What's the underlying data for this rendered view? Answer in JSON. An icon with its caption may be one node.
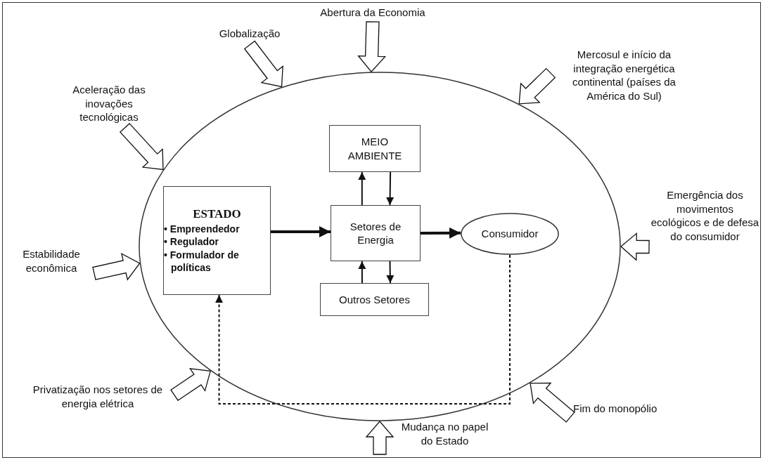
{
  "diagram": {
    "nodes": [
      {
        "text": [
          "Abertura da Economia"
        ]
      },
      {
        "text": [
          "Globalização"
        ]
      },
      {
        "text": [
          "Mercosul e início da integração energética continental (países da América do Sul)"
        ]
      },
      {
        "text": [
          "Aceleração das inovações tecnológicas"
        ]
      },
      {
        "text": [],
        "shape": "ellipse"
      },
      {
        "text": [
          "MEIO AMBIENTE"
        ],
        "in": 4
      },
      {
        "text": [
          "ESTADO",
          "• Empreendedor",
          "• Regulador",
          "• Formulador de políticas"
        ],
        "in": 4
      },
      {
        "text": [
          "Setores de Energia"
        ],
        "in": 4
      },
      {
        "text": [
          "Consumidor"
        ],
        "in": 4
      },
      {
        "text": [
          "Outros Setores"
        ],
        "in": 4
      },
      {
        "text": [
          "Emergência dos movimentos ecológicos e de defesa do consumidor"
        ]
      },
      {
        "text": [
          "Estabilidade econômica"
        ]
      },
      {
        "text": [
          "Privatização nos setores de energia elétrica"
        ]
      },
      {
        "text": [
          "Fim do monopólio"
        ]
      },
      {
        "text": [
          "Mudança no papel do Estado"
        ]
      }
    ],
    "edges": [
      {
        "from": 0,
        "to": 4,
        "arrow": "to"
      },
      {
        "from": 1,
        "to": 4,
        "arrow": "to"
      },
      {
        "from": 2,
        "to": 4,
        "arrow": "to"
      },
      {
        "from": 3,
        "to": 4,
        "arrow": "to"
      },
      {
        "from": 6,
        "to": 7,
        "arrow": "to",
        "style": "thick"
      },
      {
        "from": 7,
        "to": 8,
        "arrow": "to",
        "style": "thick"
      },
      {
        "from": 7,
        "to": 5,
        "arrow": "to"
      },
      {
        "from": 5,
        "to": 7,
        "arrow": "to"
      },
      {
        "from": 9,
        "to": 7,
        "arrow": "to"
      },
      {
        "from": 7,
        "to": 9,
        "arrow": "to"
      },
      {
        "from": 8,
        "to": 6,
        "arrow": "to",
        "style": "dashed"
      },
      {
        "from": 10,
        "to": 4,
        "arrow": "to"
      },
      {
        "from": 11,
        "to": 4,
        "arrow": "to"
      },
      {
        "from": 12,
        "to": 4,
        "arrow": "to"
      },
      {
        "from": 13,
        "to": 4,
        "arrow": "to"
      },
      {
        "from": 14,
        "to": 4,
        "arrow": "to"
      }
    ]
  }
}
